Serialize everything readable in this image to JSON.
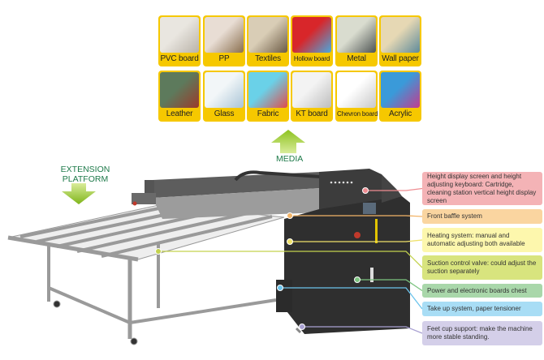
{
  "media": {
    "row1": [
      {
        "label": "PVC board",
        "c1": "#e9e6e0",
        "c2": "#b9b3a8"
      },
      {
        "label": "PP",
        "c1": "#e8ddd4",
        "c2": "#8a6f4e"
      },
      {
        "label": "Textiles",
        "c1": "#d9cdb6",
        "c2": "#6b5a44"
      },
      {
        "label": "Hollow board",
        "c1": "#d8262a",
        "c2": "#49a9e0"
      },
      {
        "label": "Metal",
        "c1": "#d9dccf",
        "c2": "#4d5352"
      },
      {
        "label": "Wall paper",
        "c1": "#e6d8b4",
        "c2": "#5e8a9a"
      }
    ],
    "row2": [
      {
        "label": "Leather",
        "c1": "#5d7a5c",
        "c2": "#9b3a2a"
      },
      {
        "label": "Glass",
        "c1": "#f2f6f8",
        "c2": "#a9c4d6"
      },
      {
        "label": "Fabric",
        "c1": "#6ad1e8",
        "c2": "#e04b4b"
      },
      {
        "label": "KT board",
        "c1": "#f3f3f3",
        "c2": "#bdbdbd"
      },
      {
        "label": "Chevron board",
        "c1": "#ffffff",
        "c2": "#c8c8c8"
      },
      {
        "label": "Acrylic",
        "c1": "#3a9ad9",
        "c2": "#c33b8e"
      }
    ],
    "arrow_label": "MEDIA"
  },
  "extension": {
    "line1": "EXTENSION",
    "line2": "PLATFORM"
  },
  "callouts": [
    {
      "text": "Height display screen and height adjusting keyboard: Cartridge, cleaning station vertical height display screen",
      "color": "#f4b3b6",
      "line": "#ef8c91"
    },
    {
      "text": "Front baffle system",
      "color": "#fad5a0",
      "line": "#f2b468"
    },
    {
      "text": "Heating system: manual and automatic adjusting both available",
      "color": "#fdf7ad",
      "line": "#efe16a"
    },
    {
      "text": "Suction control valve: could adjust the suction separately",
      "color": "#d8e47e",
      "line": "#c3d24e"
    },
    {
      "text": "Power and electronic boards chest",
      "color": "#a9d7aa",
      "line": "#7cc37f"
    },
    {
      "text": "Take up system, paper tensioner",
      "color": "#a8ddf5",
      "line": "#6cc4ec"
    },
    {
      "text": "Feet cup support: make the machine more stable standing.",
      "color": "#d4cfe9",
      "line": "#a9a1d2"
    }
  ],
  "colors": {
    "accent_green": "#8dc21f",
    "text_green": "#1e7a4a",
    "tile_yellow": "#f6c800"
  }
}
